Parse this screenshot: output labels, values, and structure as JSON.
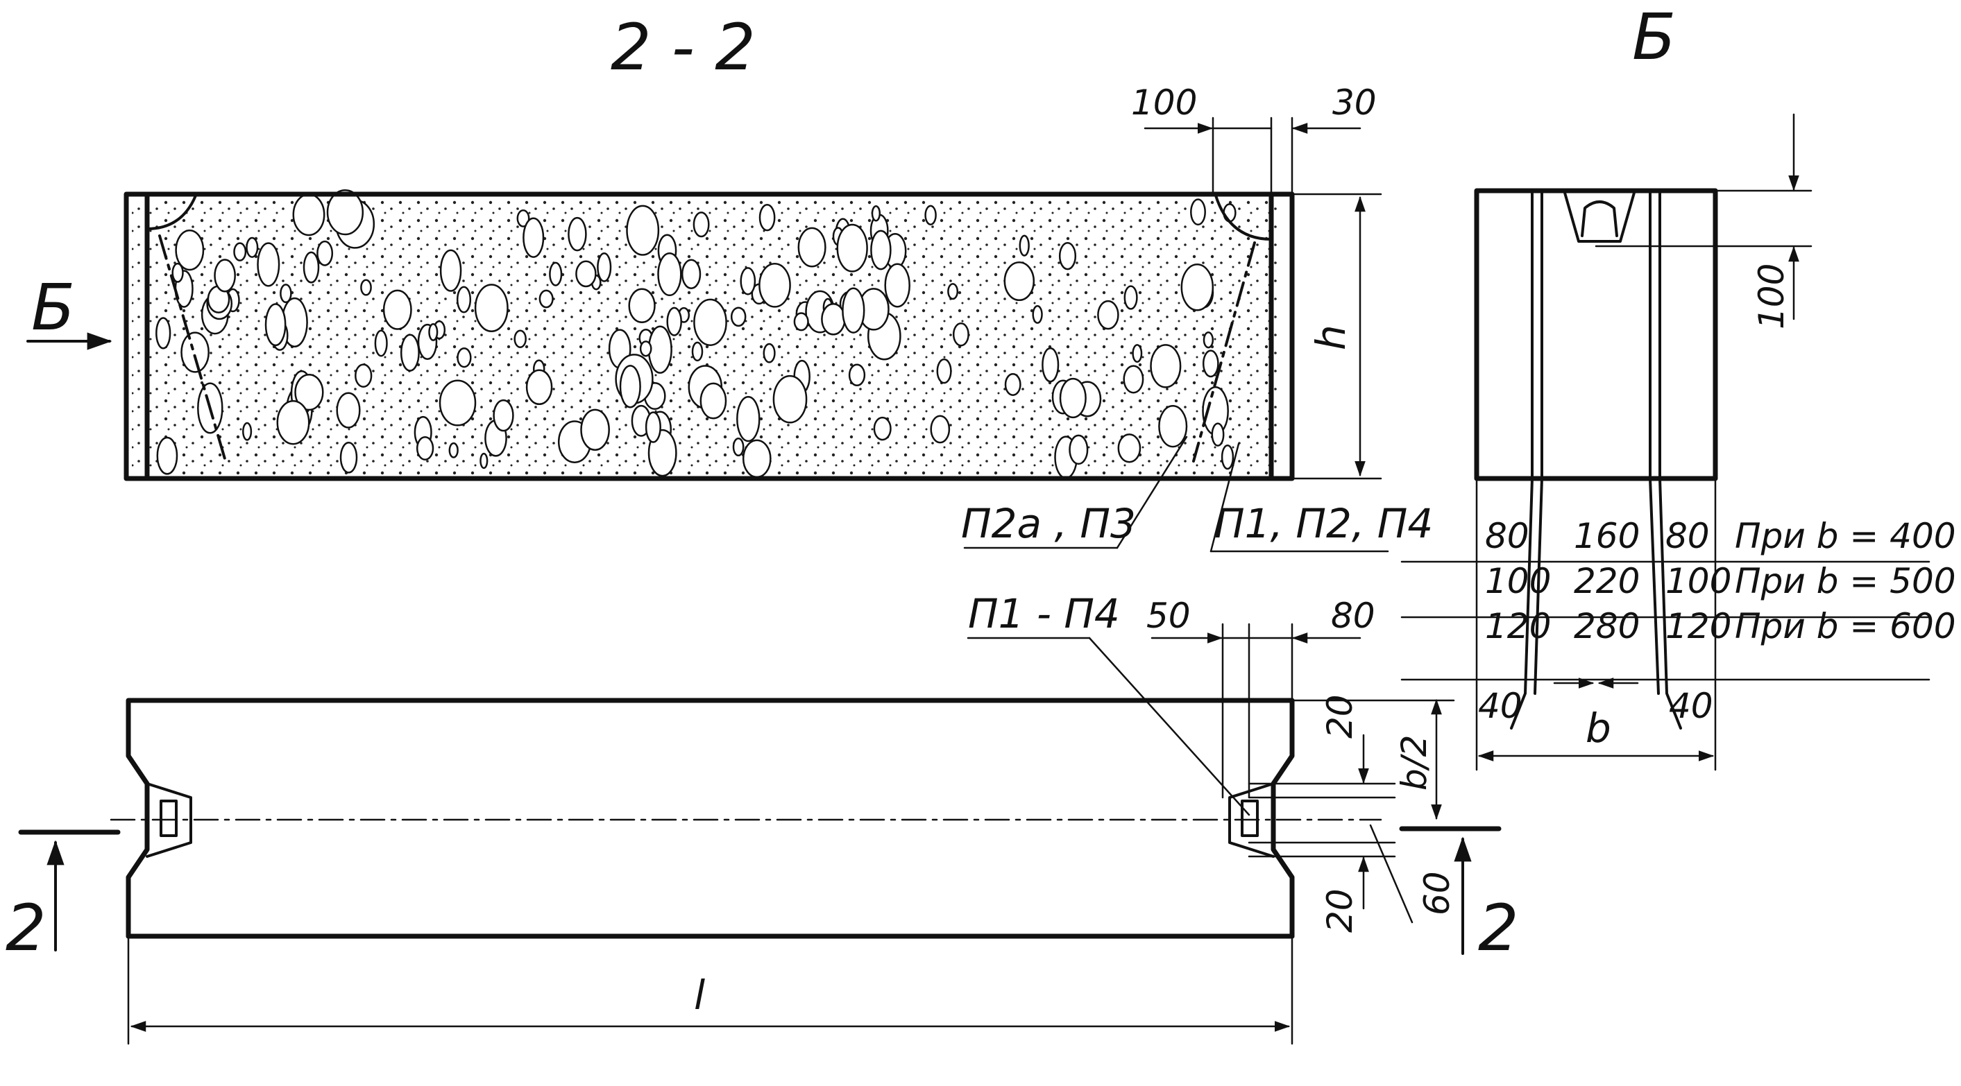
{
  "section_title": "2 - 2",
  "view_title": "Б",
  "view_arrow_label": "Б",
  "dims_top": {
    "left": "100",
    "right": "30"
  },
  "height_label": "h",
  "dim_view_top": "100",
  "callouts": {
    "left": "П2а , П3",
    "right": "П1, П2, П4",
    "plan": "П1 - П4"
  },
  "plan_dims": {
    "a": "50",
    "b": "80"
  },
  "plan_side": {
    "top": "20",
    "half": "b/2",
    "bottom": "20",
    "slot": "60"
  },
  "length_label": "l",
  "section_marks": {
    "left": "2",
    "right": "2"
  },
  "table_rows": [
    {
      "a": "80",
      "mid": "160",
      "c": "80",
      "note": "При b = 400"
    },
    {
      "a": "100",
      "mid": "220",
      "c": "100",
      "note": "При b = 500"
    },
    {
      "a": "120",
      "mid": "280",
      "c": "120",
      "note": "При b = 600"
    }
  ],
  "edge_dims": {
    "left": "40",
    "right": "40"
  },
  "width_label": "b"
}
